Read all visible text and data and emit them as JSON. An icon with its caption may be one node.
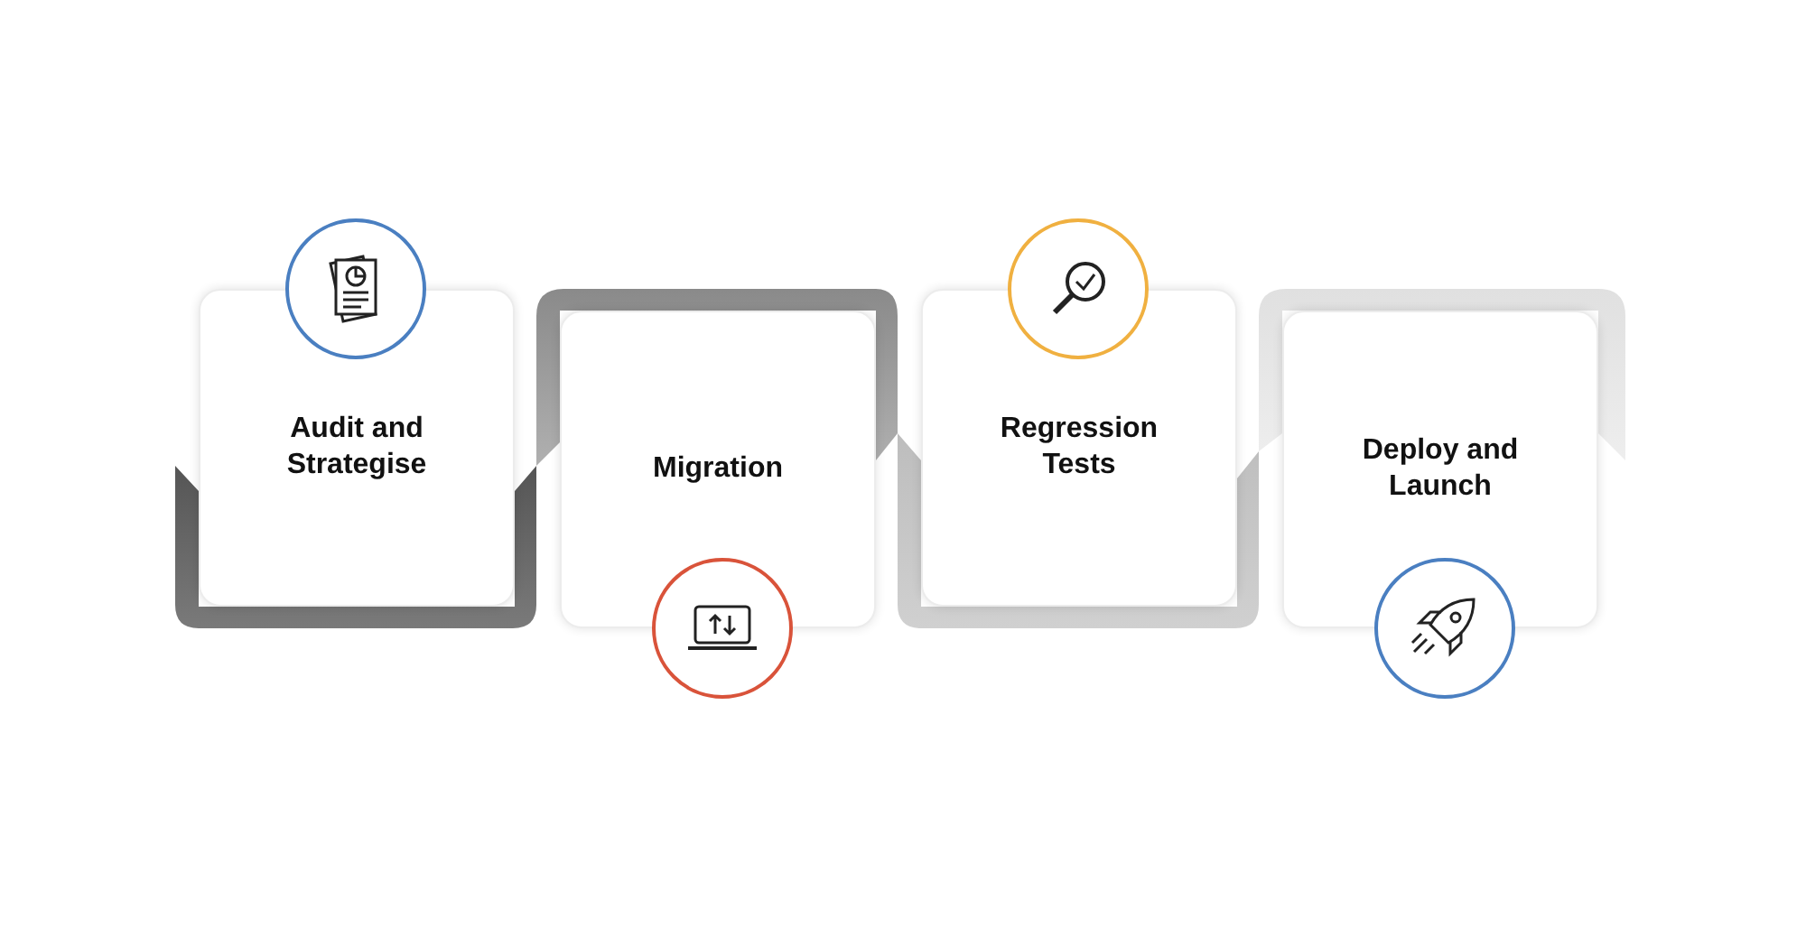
{
  "diagram": {
    "nodes": [
      {
        "text": [
          "Audit and Strategise"
        ]
      },
      {
        "text": [
          "Migration"
        ]
      },
      {
        "text": [
          "Regression Tests"
        ]
      },
      {
        "text": [
          "Deploy and Launch"
        ]
      }
    ]
  }
}
